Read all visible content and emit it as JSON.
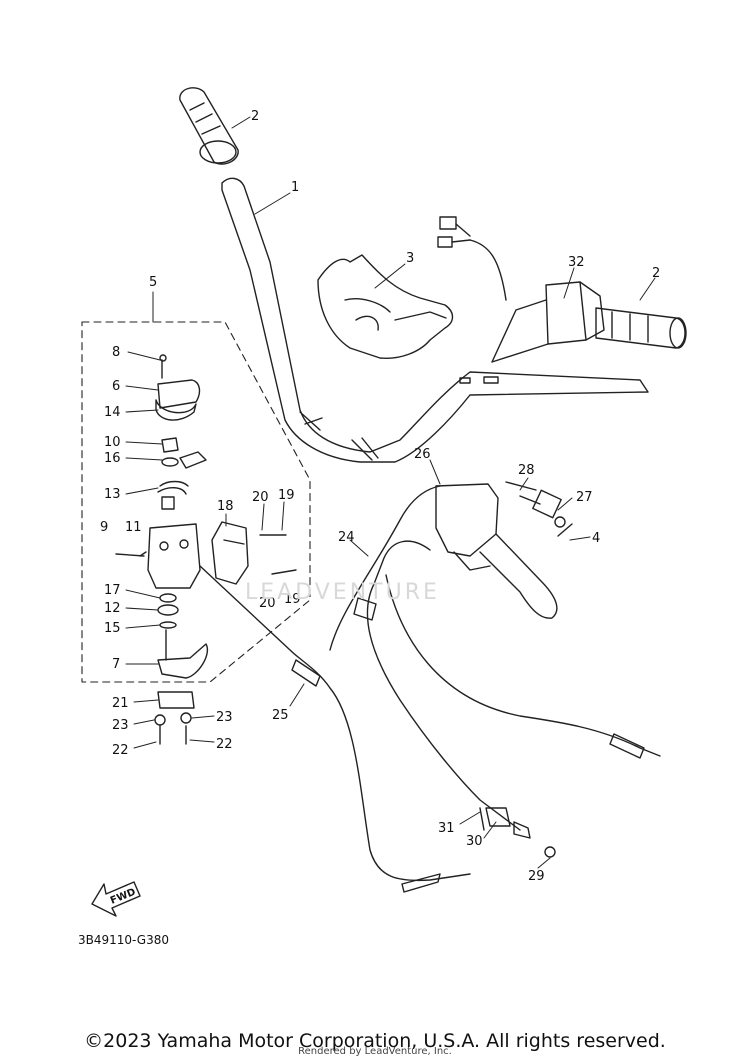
{
  "diagram": {
    "code": "3B49110-G380",
    "fwd_label": "FWD",
    "callouts": [
      "1",
      "2",
      "2",
      "3",
      "4",
      "5",
      "6",
      "7",
      "8",
      "9",
      "10",
      "11",
      "12",
      "13",
      "14",
      "15",
      "16",
      "17",
      "18",
      "19",
      "19",
      "20",
      "20",
      "21",
      "22",
      "22",
      "23",
      "23",
      "24",
      "25",
      "26",
      "27",
      "28",
      "29",
      "30",
      "31",
      "32"
    ]
  },
  "watermark": "LEADVENTURE",
  "footer": {
    "copyright": "©2023 Yamaha Motor Corporation, U.S.A. All rights reserved.",
    "rendered_by": "Rendered by LeadVenture, Inc."
  }
}
